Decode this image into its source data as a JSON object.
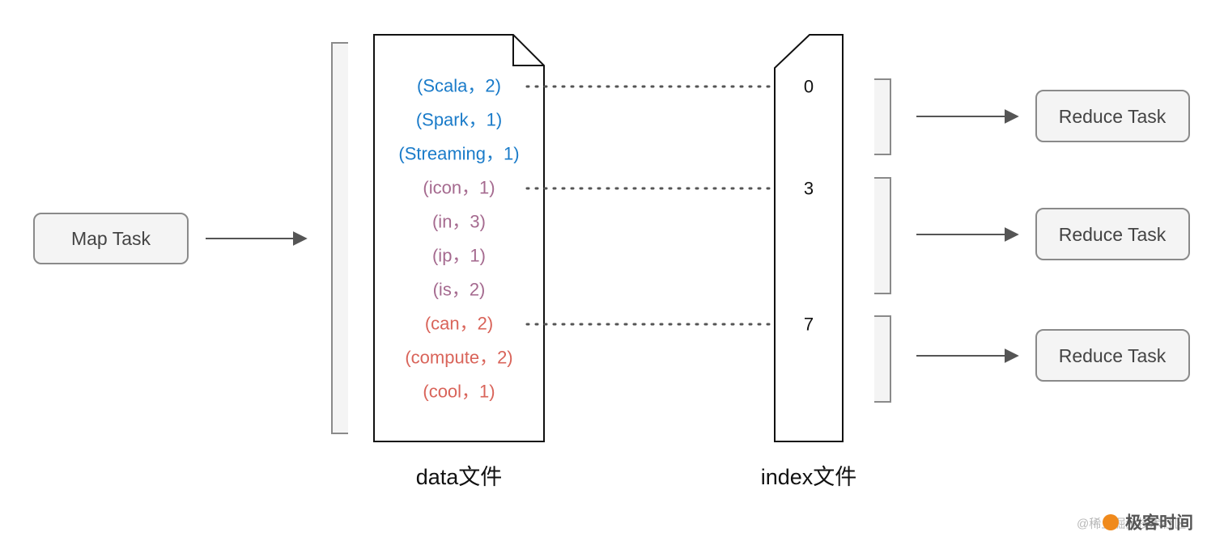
{
  "colors": {
    "group_blue": "#1a7bc9",
    "group_purple": "#a56a8f",
    "group_red": "#d9645a",
    "box_fill": "#f4f4f4",
    "box_stroke": "#8a8a8a",
    "connector": "#555555",
    "watermark_accent": "#f08a1c"
  },
  "map_task": {
    "label": "Map Task"
  },
  "data_file": {
    "caption": "data文件",
    "records": [
      {
        "text": "(Scala，2)",
        "group": "blue"
      },
      {
        "text": "(Spark，1)",
        "group": "blue"
      },
      {
        "text": "(Streaming，1)",
        "group": "blue"
      },
      {
        "text": "(icon，1)",
        "group": "purple"
      },
      {
        "text": "(in，3)",
        "group": "purple"
      },
      {
        "text": "(ip，1)",
        "group": "purple"
      },
      {
        "text": "(is，2)",
        "group": "purple"
      },
      {
        "text": "(can，2)",
        "group": "red"
      },
      {
        "text": "(compute，2)",
        "group": "red"
      },
      {
        "text": "(cool，1)",
        "group": "red"
      }
    ]
  },
  "index_file": {
    "caption": "index文件",
    "offsets": [
      "0",
      "3",
      "7"
    ]
  },
  "reduce_tasks": [
    {
      "label": "Reduce Task"
    },
    {
      "label": "Reduce Task"
    },
    {
      "label": "Reduce Task"
    }
  ],
  "watermark": {
    "left_text": "@稀土掘金技术社区",
    "right_text": "极客时间"
  }
}
